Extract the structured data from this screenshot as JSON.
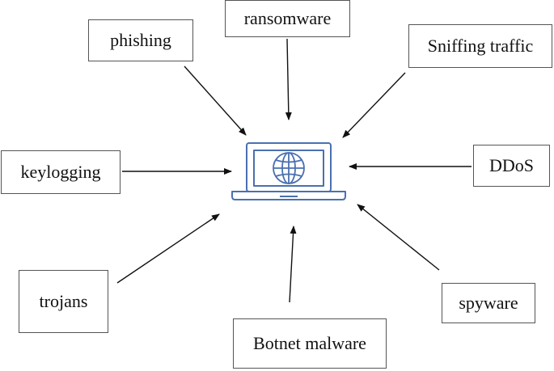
{
  "threats": {
    "phishing": "phishing",
    "ransomware": "ransomware",
    "sniffing": "Sniffing traffic",
    "keylogging": "keylogging",
    "ddos": "DDoS",
    "trojans": "trojans",
    "spyware": "spyware",
    "botnet": "Botnet malware"
  },
  "center": {
    "icon": "laptop-globe-icon"
  },
  "colors": {
    "laptop": "#4a70b0",
    "arrow": "#111111",
    "box_border": "#555555"
  }
}
